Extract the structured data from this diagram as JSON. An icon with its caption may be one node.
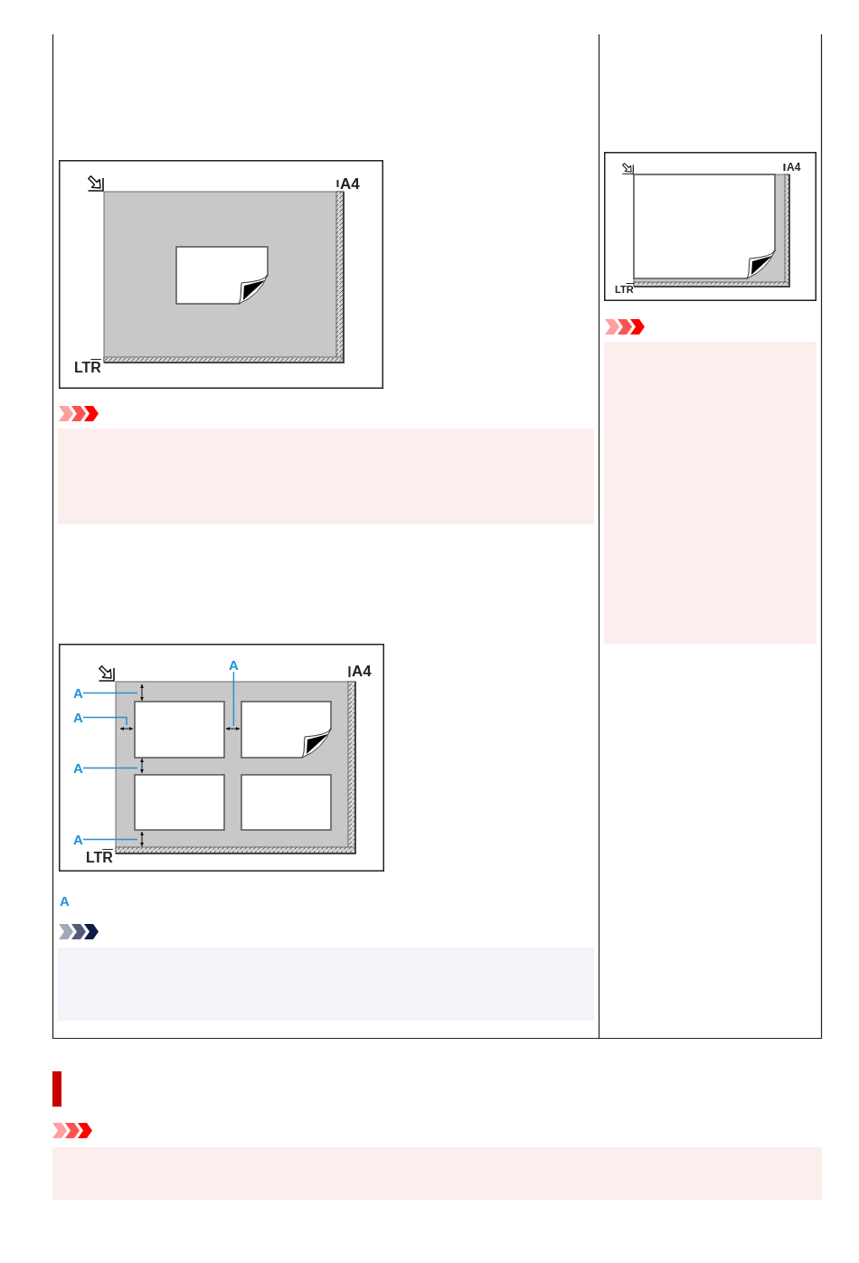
{
  "diagram": {
    "nodes": [
      {
        "text": [
          "A"
        ]
      },
      {
        "text": [
          "A"
        ]
      },
      {
        "text": [
          "A"
        ]
      },
      {
        "text": [
          "A"
        ]
      },
      {
        "text": [
          "A"
        ]
      }
    ],
    "edges": [
      {
        "from": 0,
        "to": null,
        "arrow": "none"
      },
      {
        "from": 1,
        "to": null,
        "arrow": "none"
      },
      {
        "from": 2,
        "to": null,
        "arrow": "none"
      },
      {
        "from": 3,
        "to": null,
        "arrow": "none"
      },
      {
        "from": 4,
        "to": null,
        "arrow": "none"
      }
    ],
    "labels": [
      "A4",
      "LTR",
      "A4",
      "LTR",
      "A",
      "A4",
      "LTR"
    ]
  }
}
